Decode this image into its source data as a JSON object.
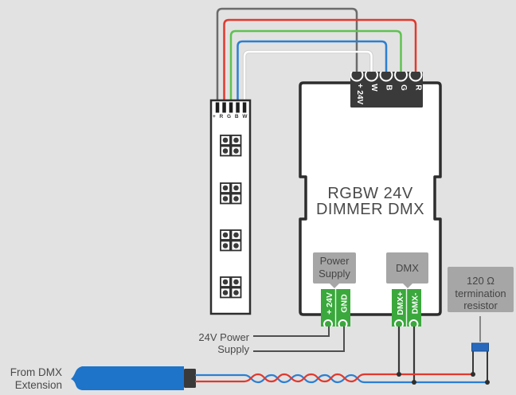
{
  "diagram": {
    "strip": {
      "pin_labels": "+ R G B W",
      "led_group_count": 4
    },
    "dimmer": {
      "title_line1": "RGBW 24V",
      "title_line2": "DIMMER DMX",
      "top_terminals": [
        "+ 24V",
        "W",
        "B",
        "G",
        "R"
      ],
      "power_terminals": [
        "+ 24V",
        "GND"
      ],
      "dmx_terminals": [
        "DMX+",
        "DMX-"
      ]
    },
    "callouts": {
      "power_supply_line1": "Power",
      "power_supply_line2": "Supply",
      "dmx": "DMX",
      "resistor_line1": "120 Ω",
      "resistor_line2": "termination",
      "resistor_line3": "resistor"
    },
    "labels": {
      "psu_line1": "24V Power",
      "psu_line2": "Supply",
      "ext_line1": "From DMX",
      "ext_line2": "Extension"
    },
    "colors": {
      "background": "#e2e2e2",
      "wire_plus_gray": "#6b6b6b",
      "wire_red": "#e0392e",
      "wire_green": "#5ec24f",
      "wire_blue": "#2b7fd4",
      "wire_white": "#ffffff",
      "green_terminal": "#3aa83c",
      "dark": "#3a3a3a",
      "body_border": "#2d2d2d",
      "callout_gray": "#a6a6a6",
      "text_gray": "#4a4a4a",
      "cable_blue": "#1d74c9",
      "resistor_blue": "#2969bd"
    }
  }
}
